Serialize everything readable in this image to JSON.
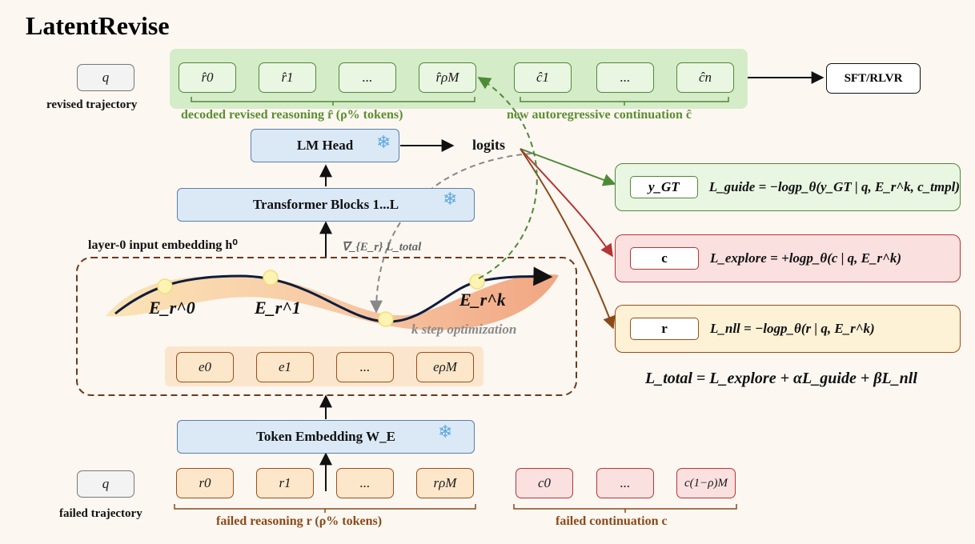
{
  "title": "LatentRevise",
  "revised_row": {
    "query": "q",
    "row_label": "revised trajectory",
    "reasoning_tokens": [
      "r̂0",
      "r̂1",
      "...",
      "r̂ρM"
    ],
    "continuation_tokens": [
      "ĉ1",
      "...",
      "ĉn"
    ],
    "reasoning_caption": "decoded revised reasoning r̂ (ρ% tokens)",
    "continuation_caption": "new autoregressive continuation ĉ",
    "output_box": "SFT/RLVR"
  },
  "model": {
    "lm_head": "LM Head",
    "transformer": "Transformer Blocks 1...L",
    "token_embedding": "Token Embedding W_E",
    "logits": "logits",
    "frozen_icon": "snowflake-icon"
  },
  "optimization": {
    "input_label": "layer-0 input embedding h⁰",
    "gradient_label": "∇_{E_r} L_total",
    "caption": "k step optimization",
    "points": [
      "E_r^0",
      "E_r^1",
      "E_r^k"
    ],
    "embedding_tokens": [
      "e0",
      "e1",
      "...",
      "eρM"
    ]
  },
  "losses": [
    {
      "tag": "y_GT",
      "formula": "L_guide = −logp_θ(y_GT | q, E_r^k, c_tmpl)"
    },
    {
      "tag": "c",
      "formula": "L_explore = +logp_θ(c | q, E_r^k)"
    },
    {
      "tag": "r",
      "formula": "L_nll = −logp_θ(r | q, E_r^k)"
    }
  ],
  "total_loss": "L_total = L_explore + αL_guide + βL_nll",
  "failed_row": {
    "query": "q",
    "row_label": "failed trajectory",
    "reasoning_tokens": [
      "r0",
      "r1",
      "...",
      "rρM"
    ],
    "continuation_tokens": [
      "c0",
      "...",
      "c(1−ρ)M"
    ],
    "reasoning_caption": "failed reasoning r (ρ% tokens)",
    "continuation_caption": "failed continuation c"
  },
  "colors": {
    "green": "#4e8a37",
    "red": "#b53535",
    "brown": "#9b4e17",
    "blue_block": "#dbe9f7",
    "gradient_arrow": "#888888"
  }
}
